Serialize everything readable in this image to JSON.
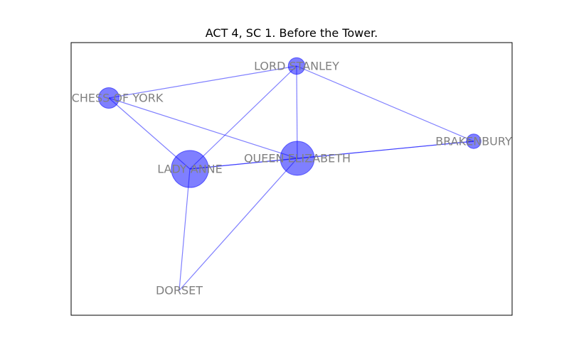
{
  "title": "ACT 4, SC 1. Before the Tower.",
  "colors": {
    "node_fill": "#0000ff",
    "edge": "#0000ff",
    "label": "#808080",
    "frame": "#000000"
  },
  "nodes": [
    {
      "id": "lord_stanley",
      "label": "LORD STANLEY",
      "weight": 1
    },
    {
      "id": "duchess_of_york",
      "label": "DUCHESS OF YORK",
      "weight": 2
    },
    {
      "id": "brakenbury",
      "label": "BRAKENBURY",
      "weight": 0.6
    },
    {
      "id": "queen_elizabeth",
      "label": "QUEEN ELIZABETH",
      "weight": 8
    },
    {
      "id": "lady_anne",
      "label": "LADY ANNE",
      "weight": 10
    },
    {
      "id": "dorset",
      "label": "DORSET",
      "weight": 0
    }
  ],
  "edges": [
    {
      "source": "lord_stanley",
      "target": "duchess_of_york"
    },
    {
      "source": "lord_stanley",
      "target": "brakenbury"
    },
    {
      "source": "lord_stanley",
      "target": "queen_elizabeth"
    },
    {
      "source": "lord_stanley",
      "target": "lady_anne"
    },
    {
      "source": "duchess_of_york",
      "target": "lady_anne"
    },
    {
      "source": "duchess_of_york",
      "target": "queen_elizabeth"
    },
    {
      "source": "brakenbury",
      "target": "queen_elizabeth"
    },
    {
      "source": "brakenbury",
      "target": "lady_anne"
    },
    {
      "source": "queen_elizabeth",
      "target": "lady_anne"
    },
    {
      "source": "queen_elizabeth",
      "target": "dorset"
    },
    {
      "source": "lady_anne",
      "target": "dorset"
    }
  ]
}
